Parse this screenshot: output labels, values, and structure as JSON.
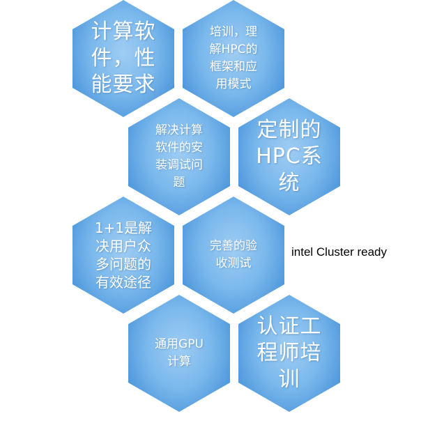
{
  "colors": {
    "hex_light": "#9fcdf3",
    "hex_mid": "#7ab8ec",
    "hex_dark": "#3f88d3",
    "text": "#ffffff",
    "label": "#000000"
  },
  "hexagons": [
    {
      "text": "计算软\n件，性\n能要求"
    },
    {
      "text": "培训，理\n解HPC的\n框架和应\n用模式"
    },
    {
      "text": "解决计算\n软件的安\n装调试问\n题"
    },
    {
      "text": "定制的\nHPC系\n统"
    },
    {
      "text": "1+1是解\n决用户众\n多问题的\n有效途径"
    },
    {
      "text": "完善的验\n收测试"
    },
    {
      "text": "通用GPU\n计算"
    },
    {
      "text": "认证工\n程师培\n训"
    }
  ],
  "side_label": "intel Cluster ready"
}
